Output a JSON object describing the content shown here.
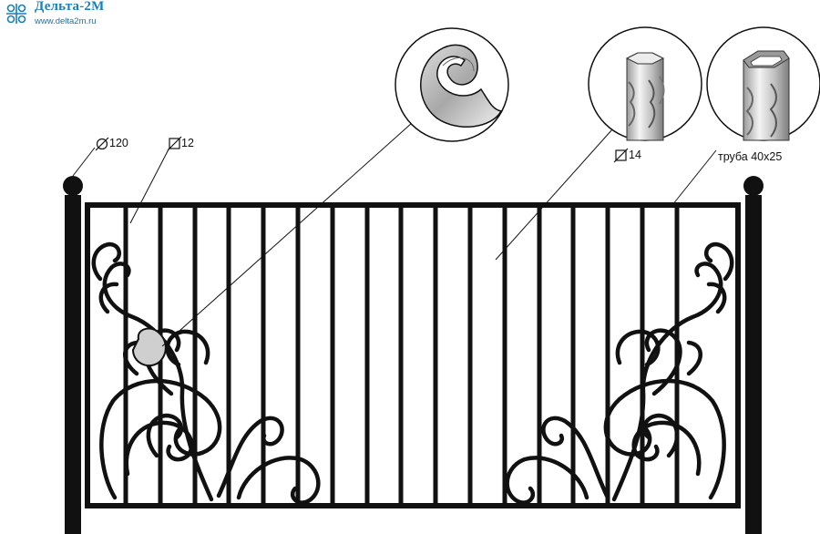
{
  "brand": {
    "name": "Дельта-2М",
    "url": "www.delta2m.ru"
  },
  "dimensions": {
    "post_diameter": "120",
    "bar_square": "12",
    "picket_square": "14",
    "frame_tube": "труба 40x25"
  },
  "colors": {
    "metal": "#111111",
    "brand_blue": "#1a7fb8",
    "callout_fill": "#ffffff"
  },
  "icons": {
    "diameter": "diameter-symbol-icon",
    "square": "square-section-icon"
  }
}
